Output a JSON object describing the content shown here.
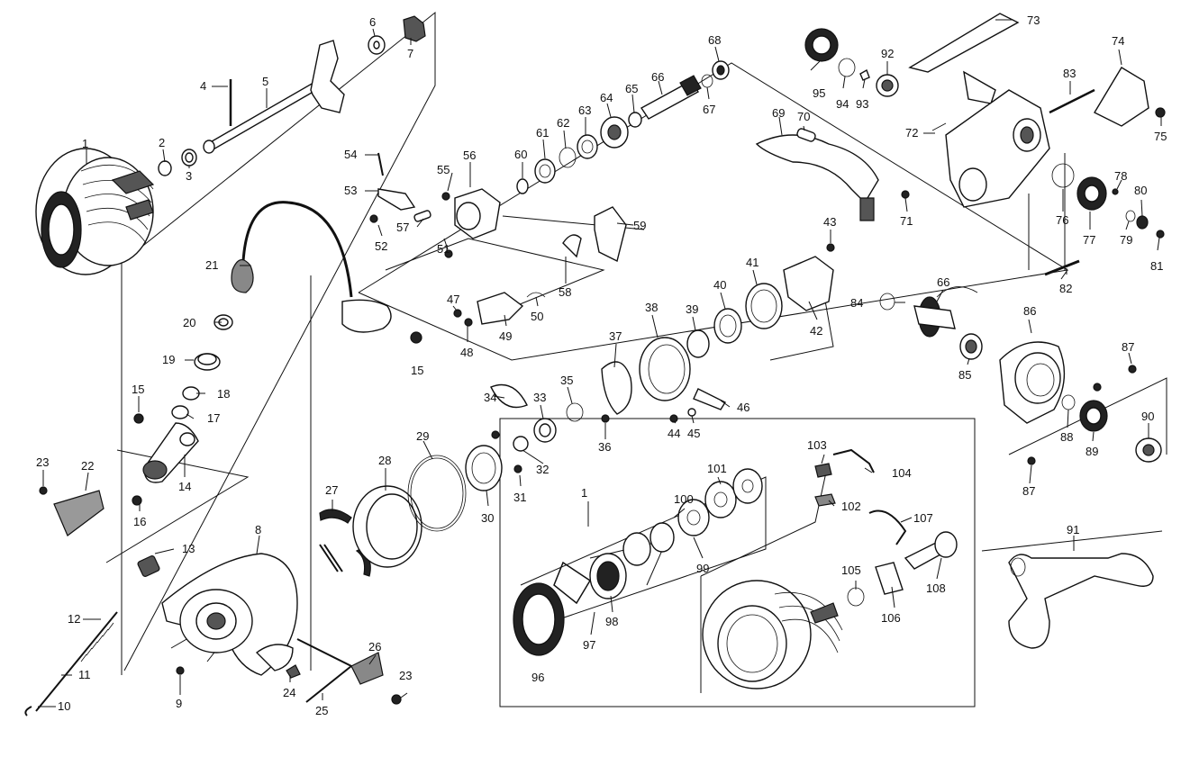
{
  "diagram": {
    "part_numbers": [
      "1",
      "2",
      "3",
      "4",
      "5",
      "6",
      "7",
      "8",
      "9",
      "10",
      "11",
      "12",
      "13",
      "14",
      "15",
      "16",
      "17",
      "18",
      "19",
      "20",
      "21",
      "22",
      "23",
      "24",
      "25",
      "26",
      "27",
      "28",
      "29",
      "30",
      "31",
      "32",
      "33",
      "34",
      "35",
      "36",
      "37",
      "38",
      "39",
      "40",
      "41",
      "42",
      "43",
      "44",
      "45",
      "46",
      "47",
      "48",
      "49",
      "50",
      "51",
      "52",
      "53",
      "54",
      "55",
      "56",
      "57",
      "58",
      "59",
      "60",
      "61",
      "62",
      "63",
      "64",
      "65",
      "66",
      "67",
      "68",
      "69",
      "70",
      "71",
      "72",
      "73",
      "74",
      "75",
      "76",
      "77",
      "78",
      "79",
      "80",
      "81",
      "82",
      "83",
      "84",
      "85",
      "86",
      "87",
      "88",
      "89",
      "90",
      "91",
      "92",
      "93",
      "94",
      "95",
      "96",
      "97",
      "98",
      "99",
      "100",
      "101",
      "102",
      "103",
      "104",
      "105",
      "106",
      "107",
      "108"
    ],
    "repeated_labels": {
      "1": "1",
      "15": "15",
      "23": "23",
      "66": "66",
      "87": "87"
    }
  }
}
